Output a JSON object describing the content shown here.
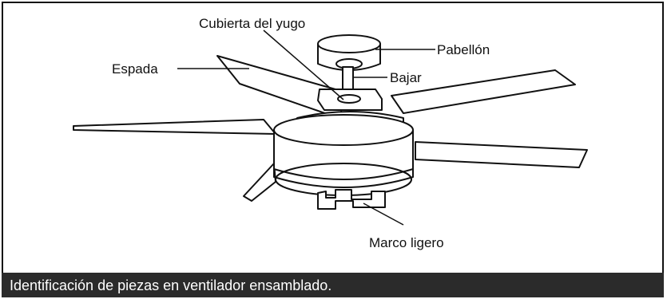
{
  "labels": {
    "yoke_cover": "Cubierta del yugo",
    "canopy": "Pabellón",
    "blade": "Espada",
    "downrod": "Bajar",
    "light_frame": "Marco ligero"
  },
  "caption": "Identificación de piezas en ventilador ensamblado.",
  "colors": {
    "line": "#111111",
    "caption_bg": "#2b2b2b",
    "caption_text": "#ffffff"
  }
}
